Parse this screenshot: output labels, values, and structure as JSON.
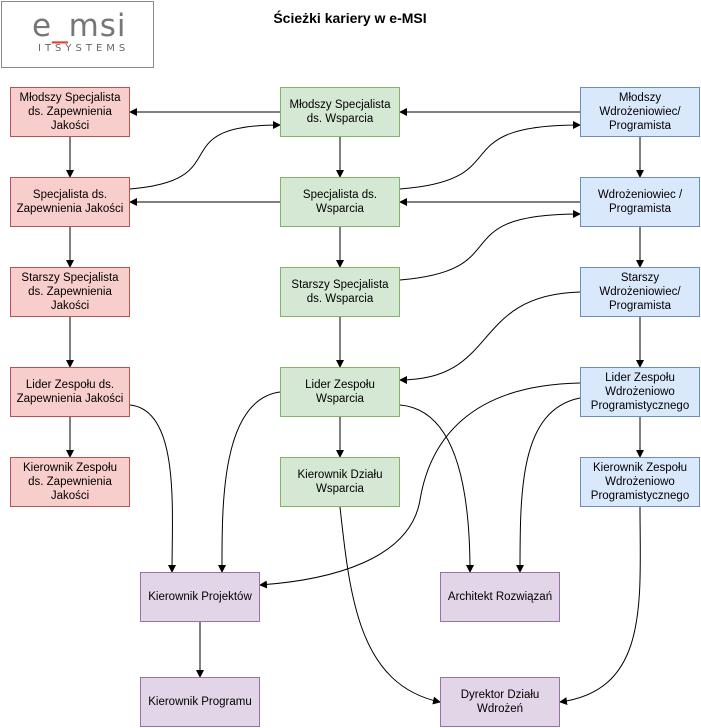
{
  "title": "Ścieżki kariery w e-MSI",
  "logo": {
    "main_left": "e",
    "main_sep": "_",
    "main_right": "msi",
    "sub": "ITSYSTEMS"
  },
  "nodes": {
    "qa_junior": "Młodszy Specjalista ds. Zapewnienia Jakości",
    "qa_specialist": "Specjalista ds. Zapewnienia Jakości",
    "qa_senior": "Starszy Specjalista ds. Zapewnienia Jakości",
    "qa_lead": "Lider Zespołu ds. Zapewnienia Jakości",
    "qa_manager": "Kierownik Zespołu ds. Zapewnienia Jakości",
    "sup_junior": "Młodszy Specjalista ds. Wsparcia",
    "sup_specialist": "Specjalista ds. Wsparcia",
    "sup_senior": "Starszy Specjalista ds. Wsparcia",
    "sup_lead": "Lider Zespołu Wsparcia",
    "sup_head": "Kierownik Działu Wsparcia",
    "dev_junior": "Młodszy Wdrożeniowiec/ Programista",
    "dev_regular": "Wdrożeniowiec / Programista",
    "dev_senior": "Starszy Wdrożeniowiec/ Programista",
    "dev_lead": "Lider Zespołu Wdrożeniowo Programistycznego",
    "dev_manager": "Kierownik Zespołu Wdrożeniowo Programistycznego",
    "project_manager": "Kierownik Projektów",
    "solution_architect": "Architekt Rozwiązań",
    "program_manager": "Kierownik Programu",
    "impl_director": "Dyrektor Działu Wdrożeń"
  }
}
